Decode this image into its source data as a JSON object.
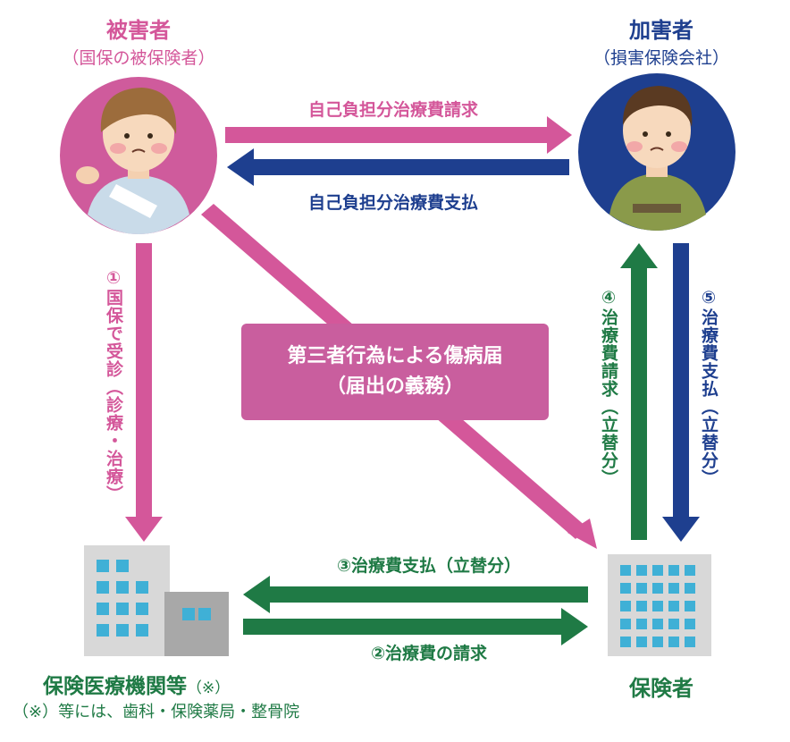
{
  "victim": {
    "title": "被害者",
    "subtitle": "（国保の被保険者）"
  },
  "perpetrator": {
    "title": "加害者",
    "subtitle": "（損害保険会社）"
  },
  "arrows": {
    "claim_self_pay": "自己負担分治療費請求",
    "pay_self_pay": "自己負担分治療費支払",
    "step1": "①国保で受診（診療・治療）",
    "step2": "②治療費の請求",
    "step3": "③治療費支払（立替分）",
    "step4": "④治療費請求（立替分）",
    "step5": "⑤治療費支払（立替分）"
  },
  "center_box": {
    "line1": "第三者行為による傷病届",
    "line2": "（届出の義務）"
  },
  "medical": {
    "title": "保険医療機関等",
    "title_mark": "（※）",
    "note": "（※）等には、歯科・保険薬局・整骨院"
  },
  "insurer": {
    "title": "保険者"
  },
  "colors": {
    "pink": "#d4579a",
    "navy": "#1e3f8f",
    "green": "#1f7a45",
    "box": "#c95e9e"
  }
}
